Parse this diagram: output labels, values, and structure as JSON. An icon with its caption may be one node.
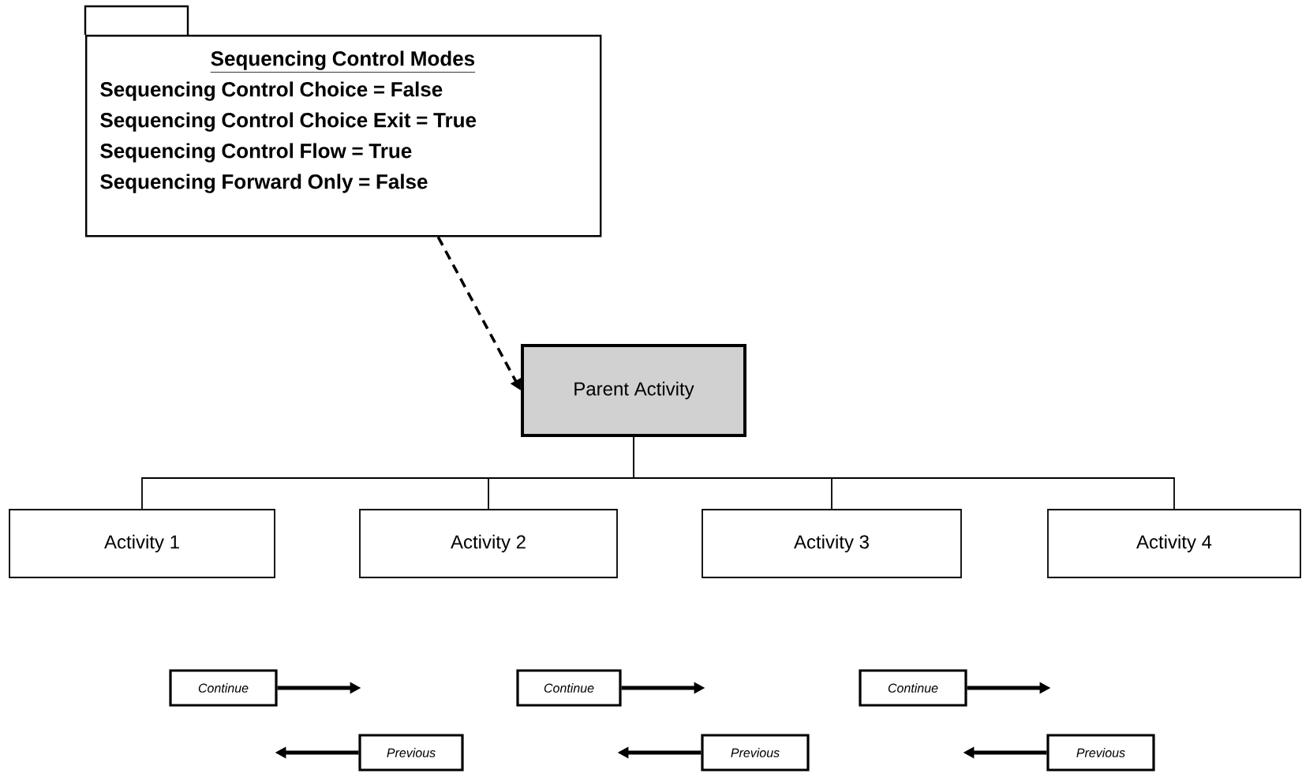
{
  "diagram": {
    "nodes": [
      {
        "text": [
          "Sequencing Control Modes",
          "**Sequencing Control Choice** = False",
          "**Sequencing Control Choice Exit** = True",
          "**Sequencing Control Flow** = True",
          "**Sequencing Forward Only** = False"
        ]
      },
      {
        "text": [
          "Parent Activity"
        ]
      },
      {
        "text": [
          "Activity 1"
        ]
      },
      {
        "text": [
          "Activity 2"
        ]
      },
      {
        "text": [
          "Activity 3"
        ]
      },
      {
        "text": [
          "Activity 4"
        ]
      },
      {
        "text": [
          "Continue"
        ]
      },
      {
        "text": [
          "Previous"
        ]
      },
      {
        "text": [
          "Continue"
        ]
      },
      {
        "text": [
          "Previous"
        ]
      },
      {
        "text": [
          "Continue"
        ]
      },
      {
        "text": [
          "Previous"
        ]
      }
    ],
    "edges": [
      {
        "from": 0,
        "to": 1,
        "arrow": "to",
        "style": "dashed"
      },
      {
        "from": 1,
        "to": 2,
        "arrow": "none"
      },
      {
        "from": 1,
        "to": 3,
        "arrow": "none"
      },
      {
        "from": 1,
        "to": 4,
        "arrow": "none"
      },
      {
        "from": 1,
        "to": 5,
        "arrow": "none"
      },
      {
        "from": 6,
        "to": null,
        "arrow": "to"
      },
      {
        "from": 7,
        "to": null,
        "arrow": "to"
      },
      {
        "from": 8,
        "to": null,
        "arrow": "to"
      },
      {
        "from": 9,
        "to": null,
        "arrow": "to"
      },
      {
        "from": 10,
        "to": null,
        "arrow": "to"
      },
      {
        "from": 11,
        "to": null,
        "arrow": "to"
      }
    ]
  }
}
